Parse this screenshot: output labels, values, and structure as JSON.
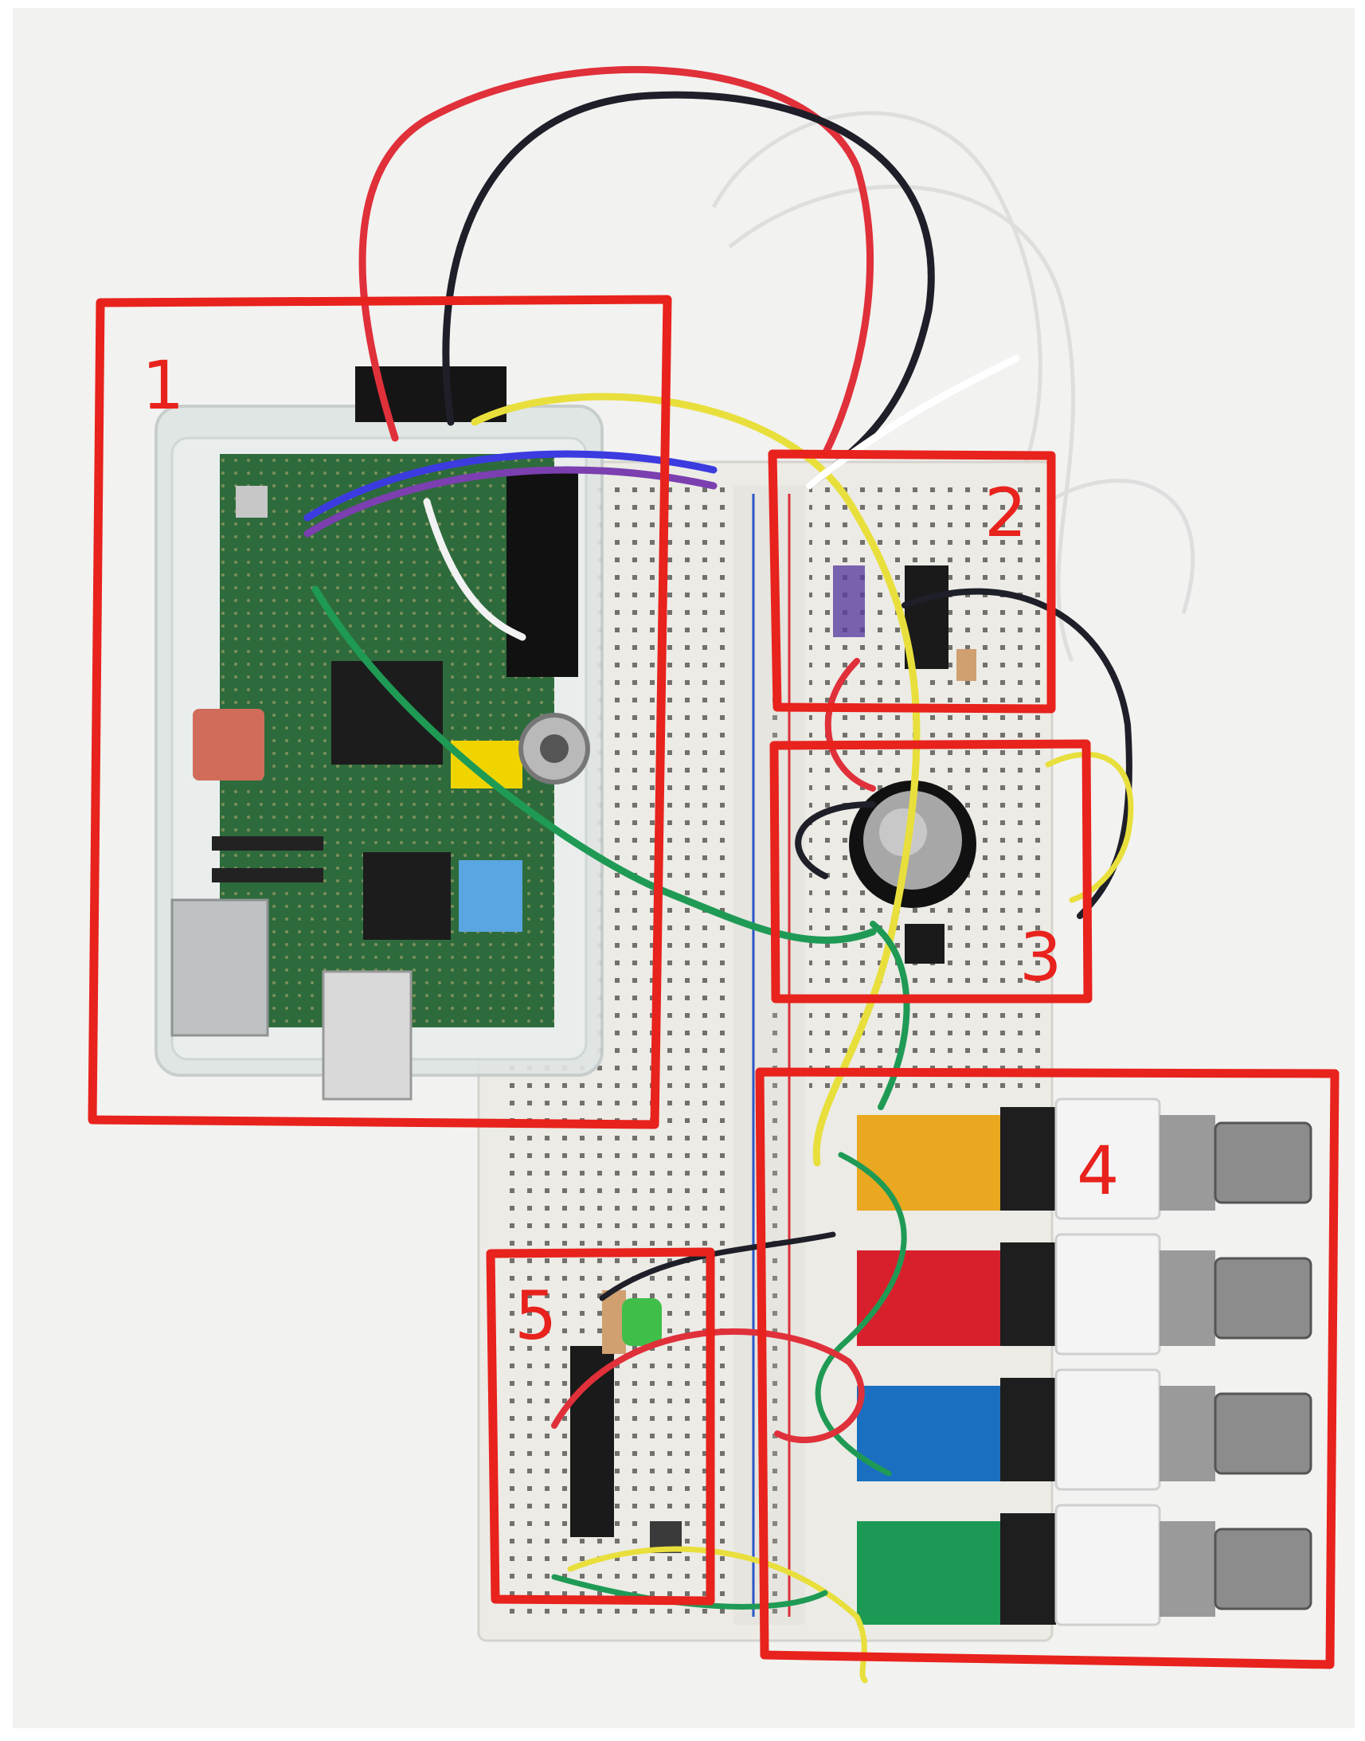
{
  "regions": [
    {
      "id": "1",
      "label": "1"
    },
    {
      "id": "2",
      "label": "2"
    },
    {
      "id": "3",
      "label": "3"
    },
    {
      "id": "4",
      "label": "4"
    },
    {
      "id": "5",
      "label": "5"
    }
  ],
  "colors": {
    "annotation": "#e8221c",
    "breadboard": "#ecebe6",
    "pcb_green": "#2e6b3c",
    "wire_red": "#e0303a",
    "wire_black": "#1e1f28",
    "wire_yellow": "#e8df3c",
    "wire_green": "#1f9a55"
  }
}
